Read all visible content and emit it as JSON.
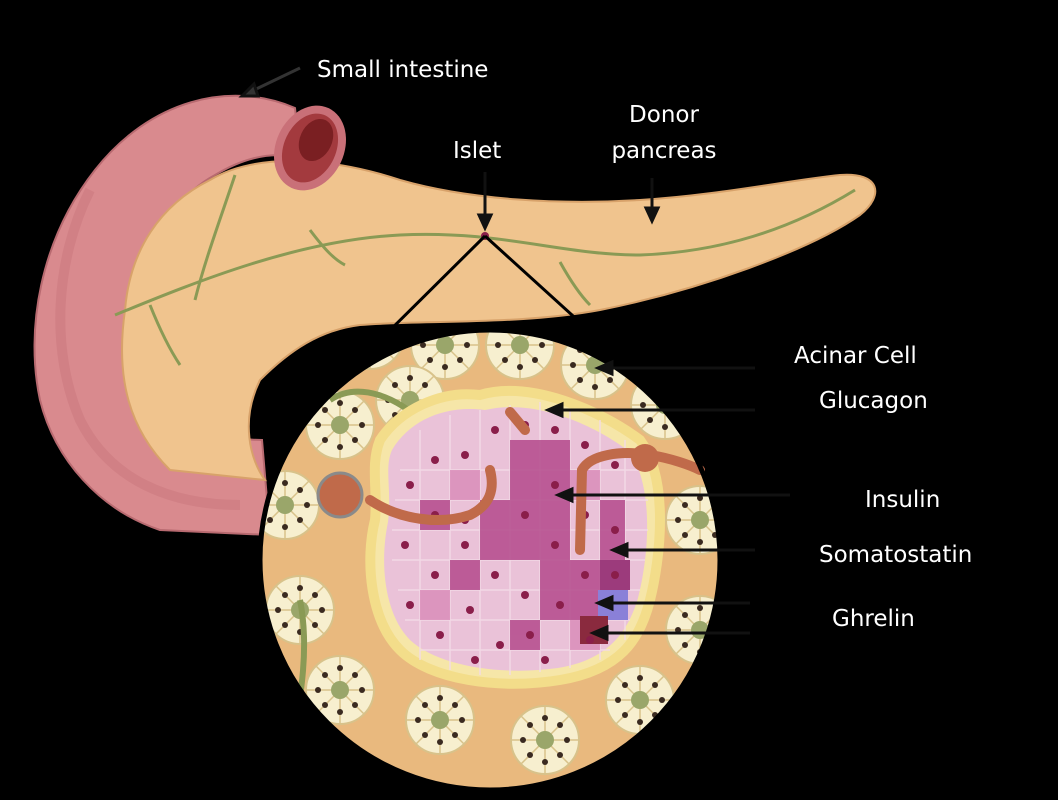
{
  "labels": {
    "small_intestine": "Small intestine",
    "islet": "Islet",
    "donor_line1": "Donor",
    "donor_line2": "pancreas",
    "acinar_cell": "Acinar Cell",
    "glucagon": "Glucagon",
    "insulin": "Insulin",
    "somatostatin": "Somatostatin",
    "ghrelin": "Ghrelin"
  },
  "colors": {
    "background": "#000000",
    "intestine": "#d98a8e",
    "pancreas": "#f0c48e",
    "vessel": "#8a9a55",
    "islet_pink": "#eac2d8",
    "islet_magenta": "#b44a8c",
    "glucagon_duct": "#c06a4a",
    "label_text": "#ffffff"
  }
}
